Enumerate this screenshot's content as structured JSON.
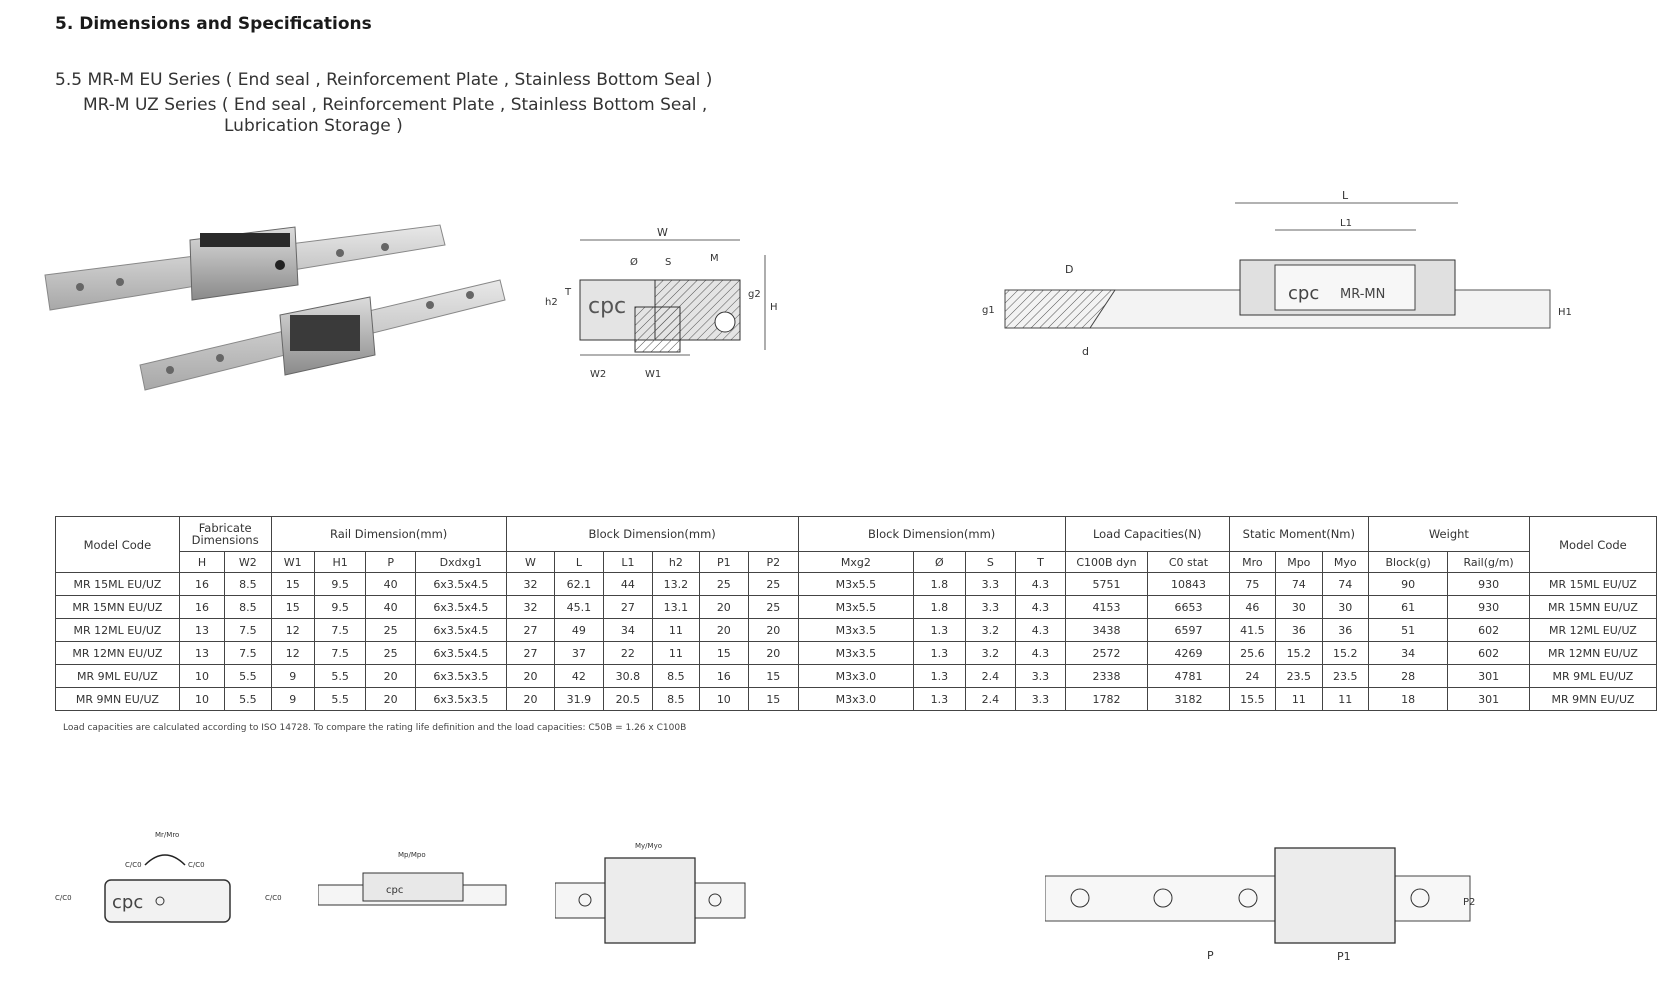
{
  "section_title": "5. Dimensions and Specifications",
  "series_lines": [
    "5.5 MR-M EU Series ( End seal , Reinforcement Plate , Stainless Bottom Seal )",
    "MR-M UZ Series ( End seal , Reinforcement Plate , Stainless Bottom Seal ,",
    "Lubrication Storage )"
  ],
  "diagram_labels": {
    "brand": "cpc",
    "block_mark": "MR-MN",
    "cross_section": [
      "W",
      "Ø",
      "S",
      "M",
      "h2",
      "T",
      "g2",
      "H",
      "W2",
      "W1"
    ],
    "side_view": [
      "L",
      "L1",
      "D",
      "g1",
      "d",
      "H1"
    ],
    "moments": [
      "Mr/Mro",
      "C/C0",
      "Mp/Mpo",
      "My/Myo"
    ],
    "top_view": [
      "P",
      "P1",
      "P2"
    ]
  },
  "table": {
    "group_headers": [
      "Model Code",
      "Fabricate\nDimensions",
      "Rail Dimension(mm)",
      "Block Dimension(mm)",
      "Block Dimension(mm)",
      "Load Capacities(N)",
      "Static Moment(Nm)",
      "Weight",
      "Model Code"
    ],
    "sub_headers": [
      "H",
      "W2",
      "W1",
      "H1",
      "P",
      "Dxdxg1",
      "W",
      "L",
      "L1",
      "h2",
      "P1",
      "P2",
      "Mxg2",
      "Ø",
      "S",
      "T",
      "C100B   dyn",
      "C0   stat",
      "Mro",
      "Mpo",
      "Myo",
      "Block(g)",
      "Rail(g/m)"
    ],
    "rows": [
      [
        "MR 15ML EU/UZ",
        "16",
        "8.5",
        "15",
        "9.5",
        "40",
        "6x3.5x4.5",
        "32",
        "62.1",
        "44",
        "13.2",
        "25",
        "25",
        "M3x5.5",
        "1.8",
        "3.3",
        "4.3",
        "5751",
        "10843",
        "75",
        "74",
        "74",
        "90",
        "930",
        "MR 15ML EU/UZ"
      ],
      [
        "MR 15MN EU/UZ",
        "16",
        "8.5",
        "15",
        "9.5",
        "40",
        "6x3.5x4.5",
        "32",
        "45.1",
        "27",
        "13.1",
        "20",
        "25",
        "M3x5.5",
        "1.8",
        "3.3",
        "4.3",
        "4153",
        "6653",
        "46",
        "30",
        "30",
        "61",
        "930",
        "MR 15MN EU/UZ"
      ],
      [
        "MR 12ML EU/UZ",
        "13",
        "7.5",
        "12",
        "7.5",
        "25",
        "6x3.5x4.5",
        "27",
        "49",
        "34",
        "11",
        "20",
        "20",
        "M3x3.5",
        "1.3",
        "3.2",
        "4.3",
        "3438",
        "6597",
        "41.5",
        "36",
        "36",
        "51",
        "602",
        "MR 12ML EU/UZ"
      ],
      [
        "MR 12MN EU/UZ",
        "13",
        "7.5",
        "12",
        "7.5",
        "25",
        "6x3.5x4.5",
        "27",
        "37",
        "22",
        "11",
        "15",
        "20",
        "M3x3.5",
        "1.3",
        "3.2",
        "4.3",
        "2572",
        "4269",
        "25.6",
        "15.2",
        "15.2",
        "34",
        "602",
        "MR 12MN EU/UZ"
      ],
      [
        "MR 9ML EU/UZ",
        "10",
        "5.5",
        "9",
        "5.5",
        "20",
        "6x3.5x3.5",
        "20",
        "42",
        "30.8",
        "8.5",
        "16",
        "15",
        "M3x3.0",
        "1.3",
        "2.4",
        "3.3",
        "2338",
        "4781",
        "24",
        "23.5",
        "23.5",
        "28",
        "301",
        "MR 9ML EU/UZ"
      ],
      [
        "MR 9MN EU/UZ",
        "10",
        "5.5",
        "9",
        "5.5",
        "20",
        "6x3.5x3.5",
        "20",
        "31.9",
        "20.5",
        "8.5",
        "10",
        "15",
        "M3x3.0",
        "1.3",
        "2.4",
        "3.3",
        "1782",
        "3182",
        "15.5",
        "11",
        "11",
        "18",
        "301",
        "MR 9MN EU/UZ"
      ]
    ]
  },
  "footnote": "Load capacities are calculated according to ISO 14728. To compare the rating life definition and the load capacities: C50B = 1.26 x C100B"
}
